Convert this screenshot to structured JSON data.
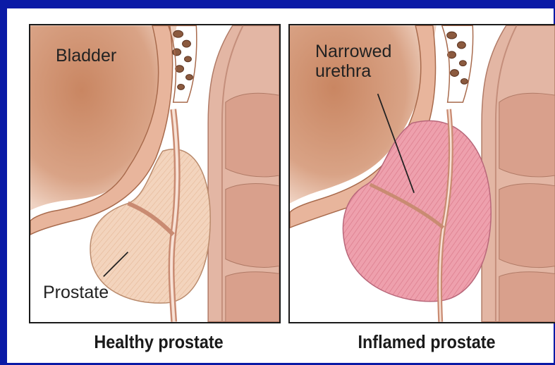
{
  "panels": {
    "healthy": {
      "caption": "Healthy prostate",
      "labels": {
        "bladder": "Bladder",
        "prostate": "Prostate"
      }
    },
    "inflamed": {
      "caption": "Inflamed prostate",
      "labels": {
        "urethra_line1": "Narrowed",
        "urethra_line2": "urethra"
      }
    }
  },
  "colors": {
    "frame_background": "#0a1aa6",
    "bladder_tissue": "#d49a7c",
    "healthy_prostate": "#f2cfb6",
    "inflamed_prostate": "#e98f9e",
    "rectal_wall": "#e3b6a4"
  }
}
